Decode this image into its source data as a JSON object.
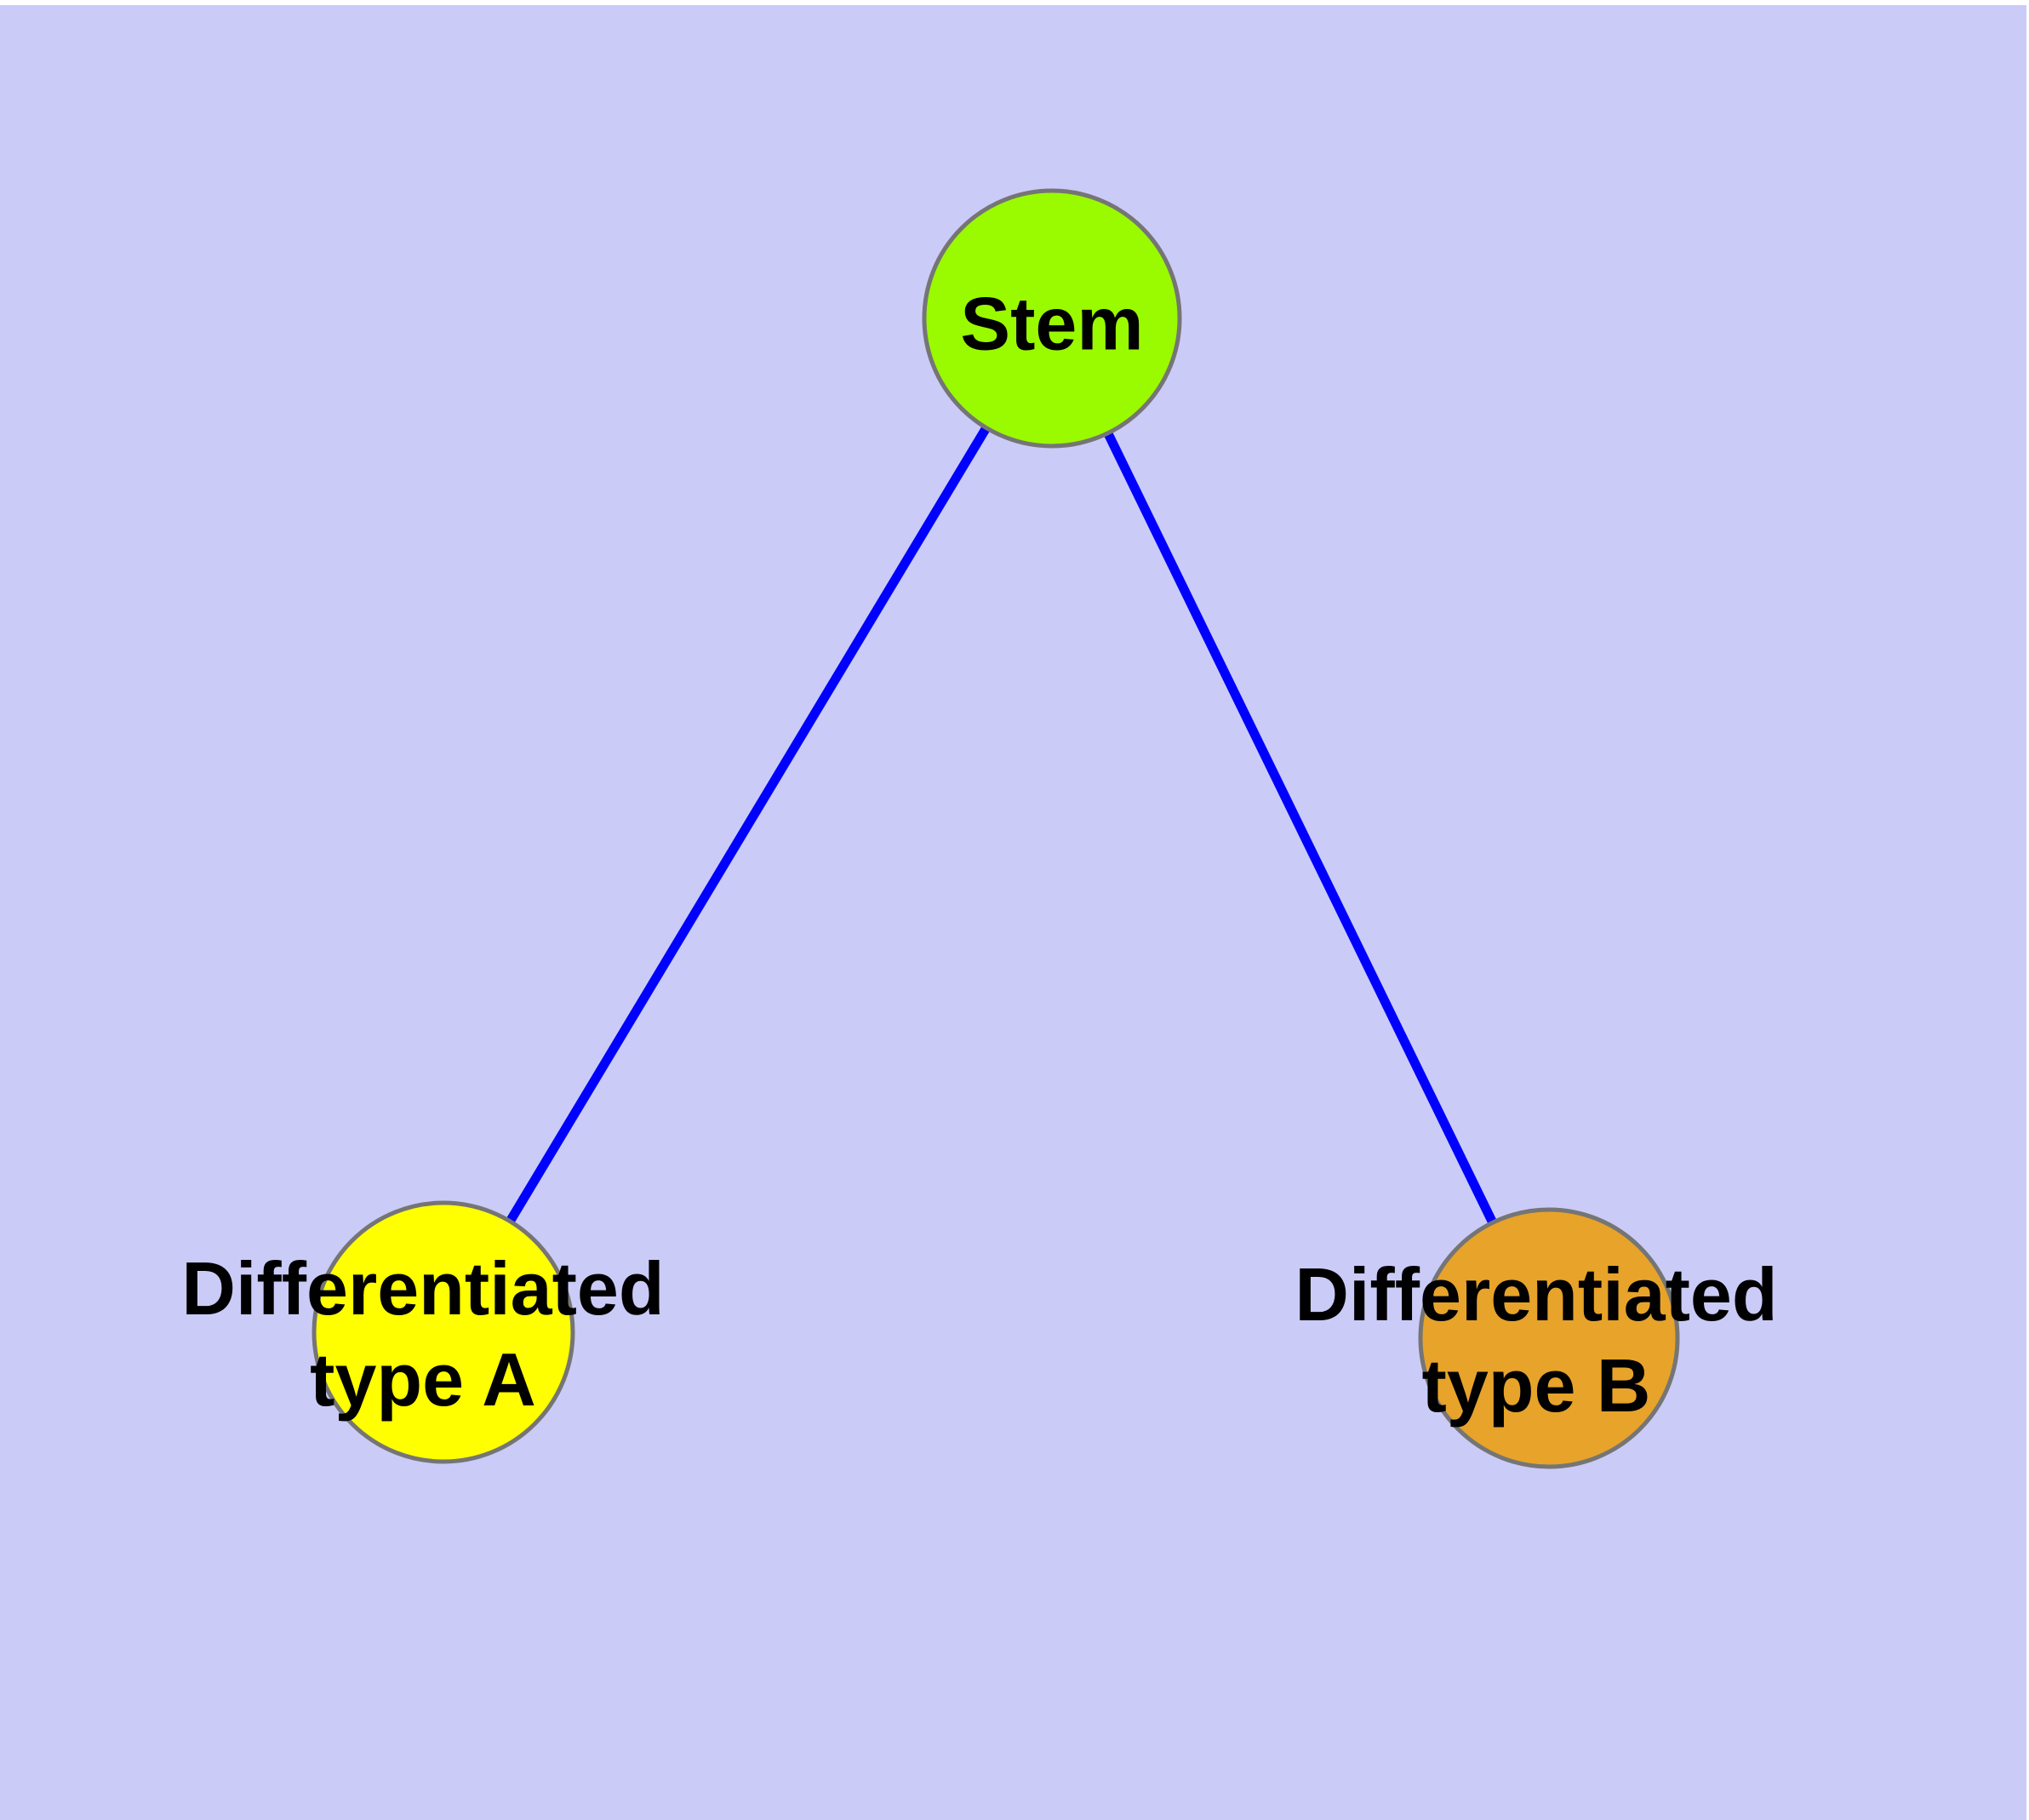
{
  "graph": {
    "background_color": "#CBCBF8",
    "page_margin_color": "#FFFFFF",
    "edge_color": "#0000FF",
    "edge_width": 11,
    "node_border_color": "#757575",
    "node_border_width": 5,
    "label_color": "#000000",
    "nodes": {
      "stem": {
        "label": "Stem",
        "color": "#9AFA00"
      },
      "type_a": {
        "label_line1": "Differentiated",
        "label_line2": "type A",
        "color": "#FFFF00"
      },
      "type_b": {
        "label_line1": "Differentiated",
        "label_line2": "type B",
        "color": "#E7A32A"
      }
    },
    "edges": [
      {
        "from": "Stem",
        "to": "Differentiated type A"
      },
      {
        "from": "Stem",
        "to": "Differentiated type B"
      }
    ]
  }
}
